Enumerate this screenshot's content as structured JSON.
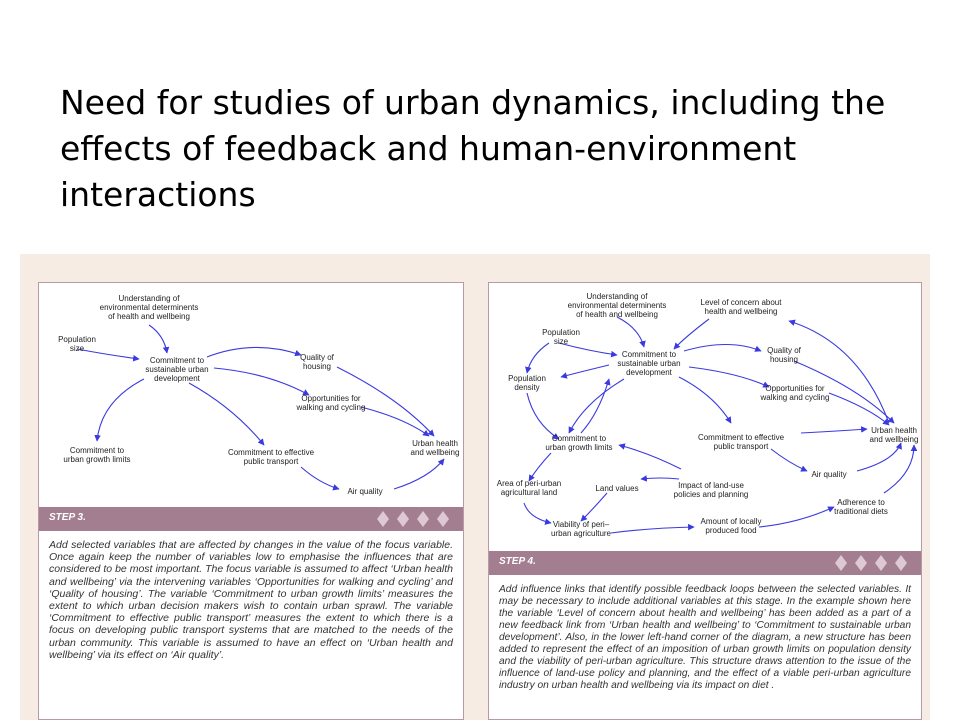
{
  "slide": {
    "title": "Need for studies of urban dynamics, including the effects of feedback and human-environment interactions"
  },
  "left_panel": {
    "nodes": {
      "understanding": [
        "Understanding of",
        "environmental determinents",
        "of health and wellbeing"
      ],
      "population_size": [
        "Population",
        "size"
      ],
      "commitment_sustainable": [
        "Commitment to",
        "sustainable urban",
        "development"
      ],
      "quality_housing": [
        "Quality of",
        "housing"
      ],
      "opportunities": [
        "Opportunities for",
        "walking and cycling"
      ],
      "urban_health": [
        "Urban health",
        "and wellbeing"
      ],
      "commitment_growth": [
        "Commitment to",
        "urban growth limits"
      ],
      "commitment_transport": [
        "Commitment to effective",
        "public transport"
      ],
      "air_quality": [
        "Air quality"
      ]
    },
    "step_label": "STEP 3.",
    "step_text": "Add selected variables that are affected by changes in the value of the focus variable. Once again keep the number of variables low to emphasise the influences that are considered to be most important. The focus variable is assumed to affect ‘Urban health and wellbeing’ via the intervening variables ‘Opportunities for walking and cycling’ and ‘Quality of housing’. The variable ‘Commitment to urban growth limits’ measures the extent to which urban decision makers wish to contain urban sprawl. The variable ‘Commitment to effective public transport’ measures the extent to which there is a focus on developing public transport systems that are matched to the needs of the urban community. This variable is assumed to have an effect on ‘Urban health and wellbeing’ via its effect on ‘Air quality’."
  },
  "right_panel": {
    "nodes": {
      "understanding": [
        "Understanding of",
        "environmental determinents",
        "of health and wellbeing"
      ],
      "level_concern": [
        "Level of concern about",
        "health and wellbeing"
      ],
      "population_size": [
        "Population",
        "size"
      ],
      "commitment_sustainable": [
        "Commitment to",
        "sustainable urban",
        "development"
      ],
      "quality_housing": [
        "Quality of",
        "housing"
      ],
      "population_density": [
        "Population",
        "density"
      ],
      "opportunities": [
        "Opportunities for",
        "walking and cycling"
      ],
      "urban_health": [
        "Urban health",
        "and wellbeing"
      ],
      "commitment_growth": [
        "Commitment to",
        "urban growth limits"
      ],
      "commitment_transport": [
        "Commitment to effective",
        "public transport"
      ],
      "air_quality": [
        "Air quality"
      ],
      "area_periurban": [
        "Area of peri-urban",
        "agricultural land"
      ],
      "land_values": [
        "Land values"
      ],
      "impact_landuse": [
        "Impact of land-use",
        "policies and planning"
      ],
      "adherence": [
        "Adherence to",
        "traditional diets"
      ],
      "viability": [
        "Viability of peri–",
        "urban agriculture"
      ],
      "amount_food": [
        "Amount of locally",
        "produced food"
      ]
    },
    "step_label": "STEP 4.",
    "step_text": "Add influence links that identify possible feedback loops between the selected variables. It may be necessary to include additional variables at this stage. In the example shown here the variable ‘Level of concern about health and wellbeing’ has been added as a part of a new feedback link from ‘Urban health and wellbeing’ to ‘Commitment to sustainable urban development’. Also, in the lower left-hand corner of the diagram, a new structure has been added to represent the effect of an imposition of urban growth limits on population density and the viability of peri-urban agriculture. This structure draws attention to the issue of the influence of land-use policy and planning, and the effect of a viable peri-urban agriculture industry on urban health and wellbeing via its impact on diet ."
  },
  "colors": {
    "link": "#3a3ae0",
    "step_bar": "#a27e90",
    "figure_background": "#f7ece3",
    "panel_border": "#b79aa6"
  }
}
